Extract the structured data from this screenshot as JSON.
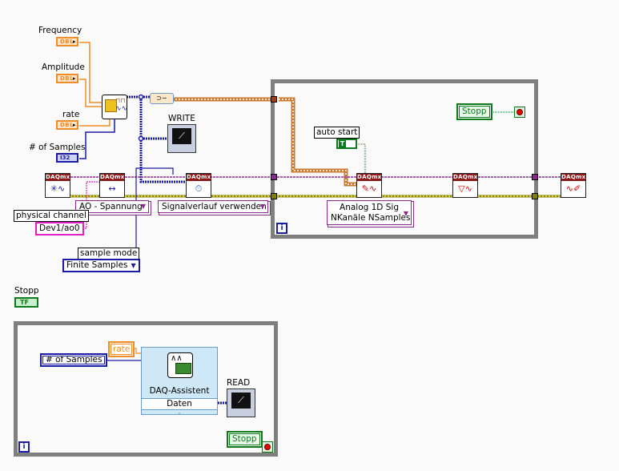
{
  "controls": {
    "frequency": {
      "label": "Frequency",
      "type": "DBL"
    },
    "amplitude": {
      "label": "Amplitude",
      "type": "DBL"
    },
    "rate": {
      "label": "rate",
      "type": "DBL"
    },
    "num_samples": {
      "label": "# of Samples",
      "type": "I32"
    },
    "stop_control": {
      "label": "Stopp",
      "type": "TF"
    }
  },
  "indicators": {
    "write_graph": {
      "label": "WRITE"
    },
    "read_graph": {
      "label": "READ"
    }
  },
  "constants": {
    "physical_channel": {
      "label": "physical channel",
      "value": "Dev1/ao0"
    },
    "sample_mode": {
      "label": "sample mode",
      "value": "Finite Samples"
    },
    "ao_type": {
      "value": "AO - Spannung"
    },
    "timing_type": {
      "value": "Signalverlauf verwenden"
    },
    "write_type": {
      "value_line1": "Analog 1D Sig",
      "value_line2": "NKanäle NSamples"
    },
    "auto_start": {
      "label": "auto start",
      "value": "T"
    }
  },
  "daqmx": {
    "header": "DAQmx",
    "nodes": [
      {
        "name": "create-channel"
      },
      {
        "name": "configure-timing"
      },
      {
        "name": "start-task"
      },
      {
        "name": "write"
      },
      {
        "name": "wait-until-done"
      },
      {
        "name": "clear-task"
      }
    ]
  },
  "loop1": {
    "stop_button": "Stopp",
    "iteration": "i"
  },
  "loop2": {
    "num_samples_ref": "# of Samples",
    "rate_ref": "rate",
    "assistant_title": "DAQ-Assistent",
    "assistant_output": "Daten",
    "stop_button": "Stopp",
    "iteration": "i"
  },
  "colors": {
    "dbl": "#f28c28",
    "i32": "#1b1ba3",
    "bool": "#0d7a1e",
    "daqmx_header": "#8b1a1a",
    "task_wire": "#8a2a8a",
    "error_wire": "#c8c000",
    "loop_frame": "#7f7f7f",
    "channel_wire": "#e020c0"
  }
}
